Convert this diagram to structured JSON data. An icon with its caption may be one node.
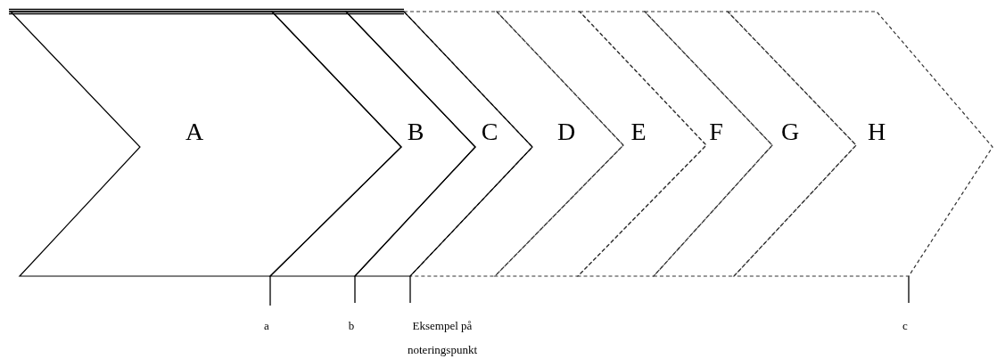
{
  "diagram": {
    "nodes": [
      {
        "text": [
          "A"
        ]
      },
      {
        "text": [
          "B"
        ]
      },
      {
        "text": [
          "C"
        ]
      },
      {
        "text": [
          "D"
        ]
      },
      {
        "text": [
          "E"
        ]
      },
      {
        "text": [
          "F"
        ]
      },
      {
        "text": [
          "G"
        ]
      },
      {
        "text": [
          "H"
        ]
      }
    ],
    "labels": [
      "a",
      "b",
      "Eksempel på noteringspunkt",
      "c"
    ]
  }
}
